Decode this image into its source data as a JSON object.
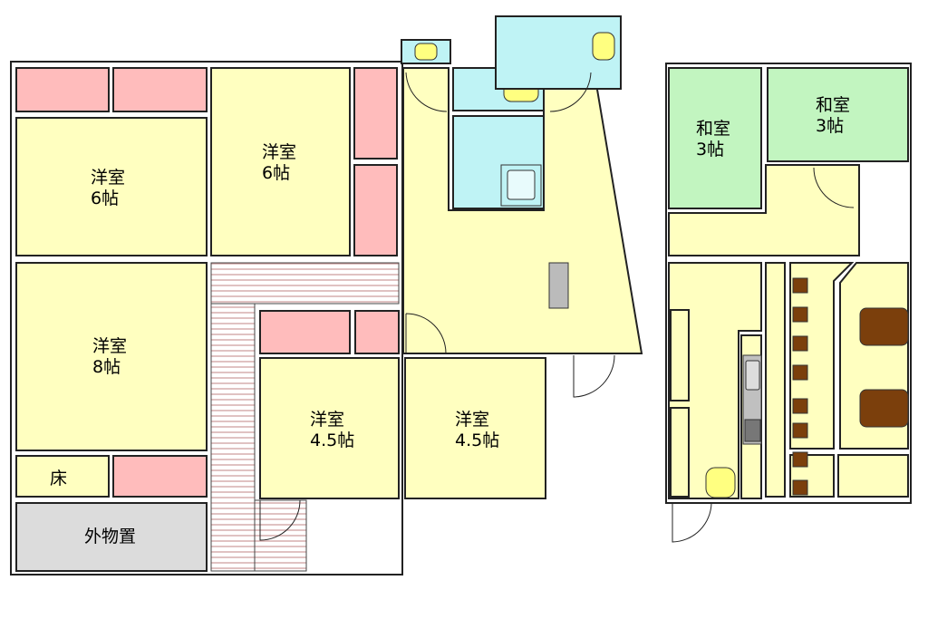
{
  "rooms": {
    "western_6_left": {
      "type": "洋室",
      "size": "6帖"
    },
    "western_6_center": {
      "type": "洋室",
      "size": "6帖"
    },
    "western_8": {
      "type": "洋室",
      "size": "8帖"
    },
    "western_45_left": {
      "type": "洋室",
      "size": "4.5帖"
    },
    "western_45_right": {
      "type": "洋室",
      "size": "4.5帖"
    },
    "floor": {
      "type": "床"
    },
    "storage": {
      "type": "外物置"
    },
    "japanese_3_left": {
      "type": "和室",
      "size": "3帖"
    },
    "japanese_3_right": {
      "type": "和室",
      "size": "3帖"
    }
  },
  "colors": {
    "western": "#ffffc0",
    "closet": "#ffbcbc",
    "water": "#bff3f5",
    "japanese": "#c2f5c0",
    "storage": "#dcdcdc",
    "furniture": "#7b3f0c",
    "deck": "#e8b9a8"
  }
}
